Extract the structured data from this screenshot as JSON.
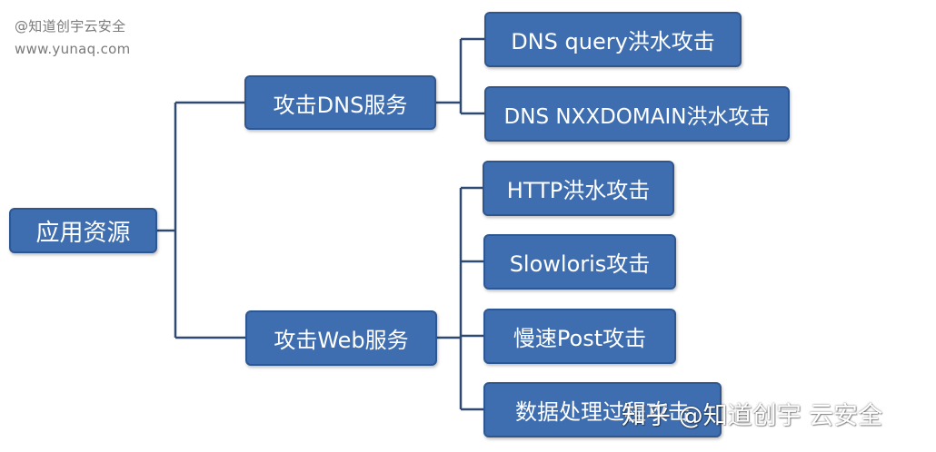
{
  "watermark": {
    "line1": "@知道创宇云安全",
    "line2": "www.yunaq.com",
    "overlay": "知乎 @知道创宇 云安全"
  },
  "root": {
    "label": "应用资源"
  },
  "branches": {
    "dns": {
      "label": "攻击DNS服务",
      "children": [
        "DNS query洪水攻击",
        "DNS NXXDOMAIN洪水攻击"
      ]
    },
    "web": {
      "label": "攻击Web服务",
      "children": [
        "HTTP洪水攻击",
        "Slowloris攻击",
        "慢速Post攻击",
        "数据处理过程攻击"
      ]
    }
  },
  "colors": {
    "node_fill": "#3f6eb0",
    "node_border": "#2e5791",
    "connector": "#2e4a72",
    "watermark": "#7a7a7a"
  }
}
